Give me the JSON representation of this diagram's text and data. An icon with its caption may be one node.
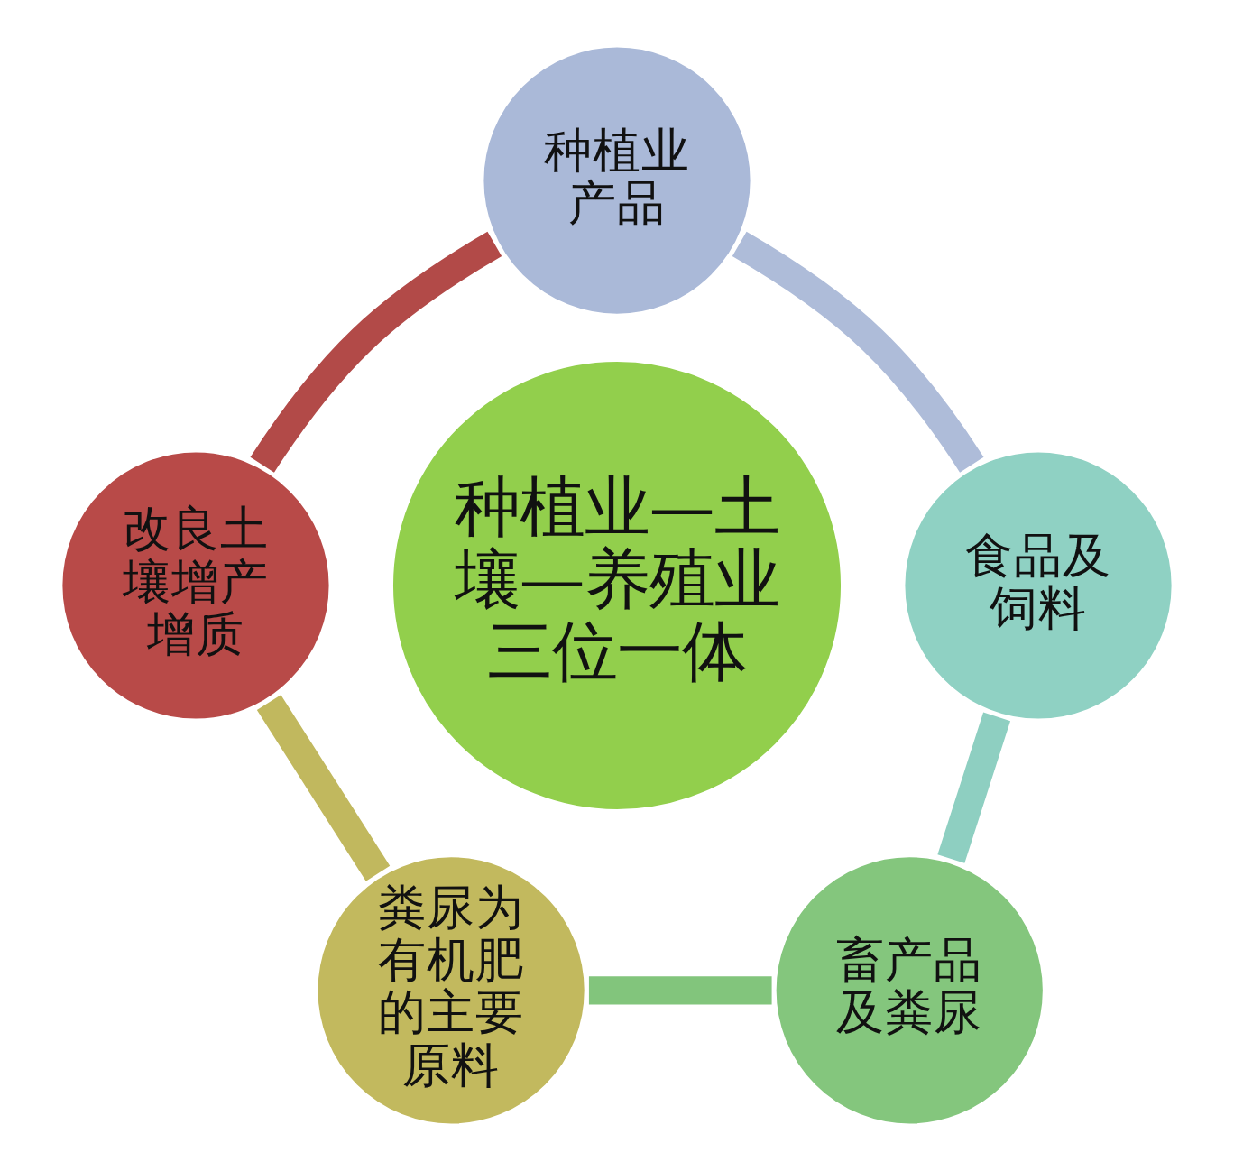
{
  "diagram": {
    "nodes": [
      {
        "text": [
          "种植业产品"
        ]
      },
      {
        "text": [
          "改良土壤增产增质"
        ]
      },
      {
        "text": [
          "种植业—土壤—养殖业",
          "三位一体"
        ]
      },
      {
        "text": [
          "食品及饲料"
        ]
      },
      {
        "text": [
          "粪尿为有机肥的主要原料"
        ]
      },
      {
        "text": [
          "畜产品及粪尿"
        ]
      }
    ],
    "edges": [
      {
        "from": 0,
        "to": 3,
        "arrow": "none",
        "color": "#aebcd9"
      },
      {
        "from": 3,
        "to": 5,
        "arrow": "none",
        "color": "#8ecfc1"
      },
      {
        "from": 4,
        "to": 5,
        "arrow": "none",
        "color": "#82c57c"
      },
      {
        "from": 1,
        "to": 4,
        "arrow": "none",
        "color": "#c1b85e"
      },
      {
        "from": 0,
        "to": 1,
        "arrow": "none",
        "color": "#b24a48"
      }
    ]
  }
}
